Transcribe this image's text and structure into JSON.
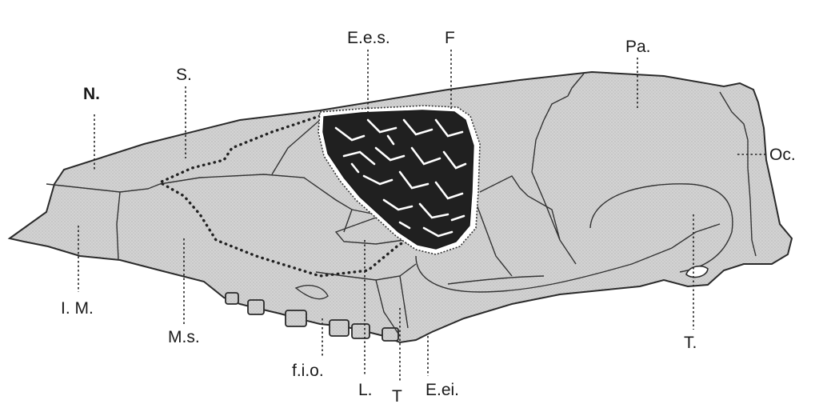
{
  "figure": {
    "colors": {
      "bone_fill": "#cdcdcd",
      "outline": "#2a2a2a",
      "sinus_fill": "#202020",
      "trabecula": "#ffffff",
      "label": "#1a1a1a"
    },
    "labels": {
      "n": "N.",
      "s": "S.",
      "ees": "E.e.s.",
      "f": "F",
      "pa": "Pa.",
      "oc": "Oc.",
      "im": "I. M.",
      "ms": "M.s.",
      "fio": "f.i.o.",
      "l": "L.",
      "t_center": "T",
      "eei": "E.ei.",
      "t_right": "T."
    }
  }
}
